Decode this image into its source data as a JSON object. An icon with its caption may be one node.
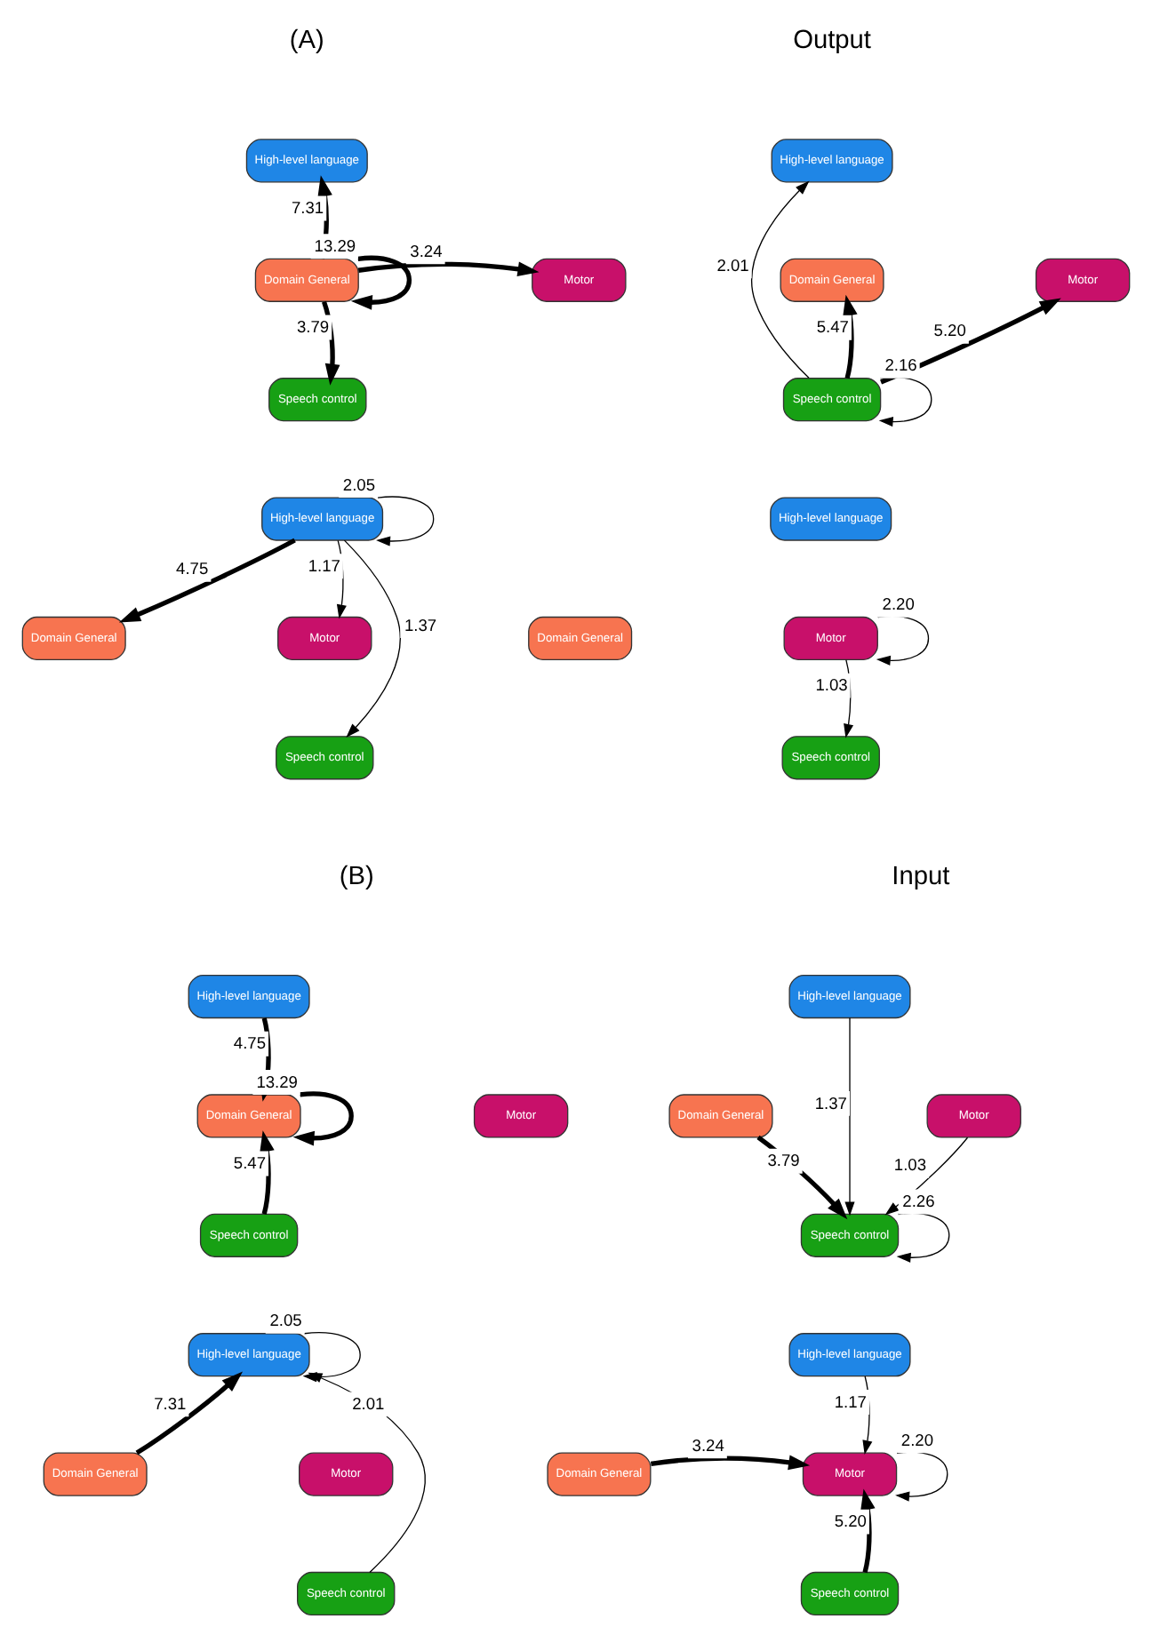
{
  "diagram": {
    "nodes": [
      {
        "text": [
          "High-level language"
        ]
      },
      {
        "text": [
          "Domain General"
        ]
      },
      {
        "text": [
          "Motor"
        ]
      },
      {
        "text": [
          "Speech control"
        ]
      },
      {
        "text": [
          "High-level language"
        ]
      },
      {
        "text": [
          "Domain General"
        ]
      },
      {
        "text": [
          "Motor"
        ]
      },
      {
        "text": [
          "Speech control"
        ]
      },
      {
        "text": [
          "High-level language"
        ]
      },
      {
        "text": [
          "Domain General"
        ]
      },
      {
        "text": [
          "Motor"
        ]
      },
      {
        "text": [
          "Speech control"
        ]
      },
      {
        "text": [
          "High-level language"
        ]
      },
      {
        "text": [
          "Domain General"
        ]
      },
      {
        "text": [
          "Motor"
        ]
      },
      {
        "text": [
          "Speech control"
        ]
      },
      {
        "text": [
          "High-level language"
        ]
      },
      {
        "text": [
          "Domain General"
        ]
      },
      {
        "text": [
          "Motor"
        ]
      },
      {
        "text": [
          "Speech control"
        ]
      },
      {
        "text": [
          "High-level language"
        ]
      },
      {
        "text": [
          "Domain General"
        ]
      },
      {
        "text": [
          "Motor"
        ]
      },
      {
        "text": [
          "Speech control"
        ]
      },
      {
        "text": [
          "High-level language"
        ]
      },
      {
        "text": [
          "Domain General"
        ]
      },
      {
        "text": [
          "Motor"
        ]
      },
      {
        "text": [
          "Speech control"
        ]
      },
      {
        "text": [
          "High-level language"
        ]
      },
      {
        "text": [
          "Domain General"
        ]
      },
      {
        "text": [
          "Motor"
        ]
      },
      {
        "text": [
          "Speech control"
        ]
      }
    ],
    "edges": [
      {
        "from": 1,
        "to": 1,
        "arrow": "to",
        "label": "13.29",
        "style": "thick"
      },
      {
        "from": 1,
        "to": 0,
        "arrow": "to",
        "label": "7.31",
        "style": "thick"
      },
      {
        "from": 1,
        "to": 2,
        "arrow": "to",
        "label": "3.24",
        "style": "thick"
      },
      {
        "from": 1,
        "to": 3,
        "arrow": "to",
        "label": "3.79",
        "style": "thick"
      },
      {
        "from": 7,
        "to": 4,
        "arrow": "to",
        "label": "2.01"
      },
      {
        "from": 7,
        "to": 5,
        "arrow": "to",
        "label": "5.47",
        "style": "thick"
      },
      {
        "from": 7,
        "to": 6,
        "arrow": "to",
        "label": "5.20",
        "style": "thick"
      },
      {
        "from": 7,
        "to": 7,
        "arrow": "to",
        "label": "2.16"
      },
      {
        "from": 8,
        "to": 8,
        "arrow": "to",
        "label": "2.05"
      },
      {
        "from": 8,
        "to": 9,
        "arrow": "to",
        "label": "4.75",
        "style": "thick"
      },
      {
        "from": 8,
        "to": 10,
        "arrow": "to",
        "label": "1.17"
      },
      {
        "from": 8,
        "to": 11,
        "arrow": "to",
        "label": "1.37"
      },
      {
        "from": 14,
        "to": 14,
        "arrow": "to",
        "label": "2.20"
      },
      {
        "from": 14,
        "to": 15,
        "arrow": "to",
        "label": "1.03"
      },
      {
        "from": 17,
        "to": 17,
        "arrow": "to",
        "label": "13.29",
        "style": "thick"
      },
      {
        "from": 16,
        "to": 17,
        "arrow": "to",
        "label": "4.75",
        "style": "thick"
      },
      {
        "from": 19,
        "to": 17,
        "arrow": "to",
        "label": "5.47",
        "style": "thick"
      },
      {
        "from": 20,
        "to": 23,
        "arrow": "to",
        "label": "1.37"
      },
      {
        "from": 21,
        "to": 23,
        "arrow": "to",
        "label": "3.79",
        "style": "thick"
      },
      {
        "from": 22,
        "to": 23,
        "arrow": "to",
        "label": "1.03"
      },
      {
        "from": 23,
        "to": 23,
        "arrow": "to",
        "label": "2.26"
      },
      {
        "from": 24,
        "to": 24,
        "arrow": "to",
        "label": "2.05"
      },
      {
        "from": 25,
        "to": 24,
        "arrow": "to",
        "label": "7.31",
        "style": "thick"
      },
      {
        "from": 27,
        "to": 24,
        "arrow": "to",
        "label": "2.01"
      },
      {
        "from": 28,
        "to": 30,
        "arrow": "to",
        "label": "1.17"
      },
      {
        "from": 29,
        "to": 30,
        "arrow": "to",
        "label": "3.24",
        "style": "thick"
      },
      {
        "from": 31,
        "to": 30,
        "arrow": "to",
        "label": "5.20",
        "style": "thick"
      },
      {
        "from": 30,
        "to": 30,
        "arrow": "to",
        "label": "2.20"
      }
    ],
    "labels": [
      "(A)",
      "Output",
      "(B)",
      "Input"
    ]
  }
}
